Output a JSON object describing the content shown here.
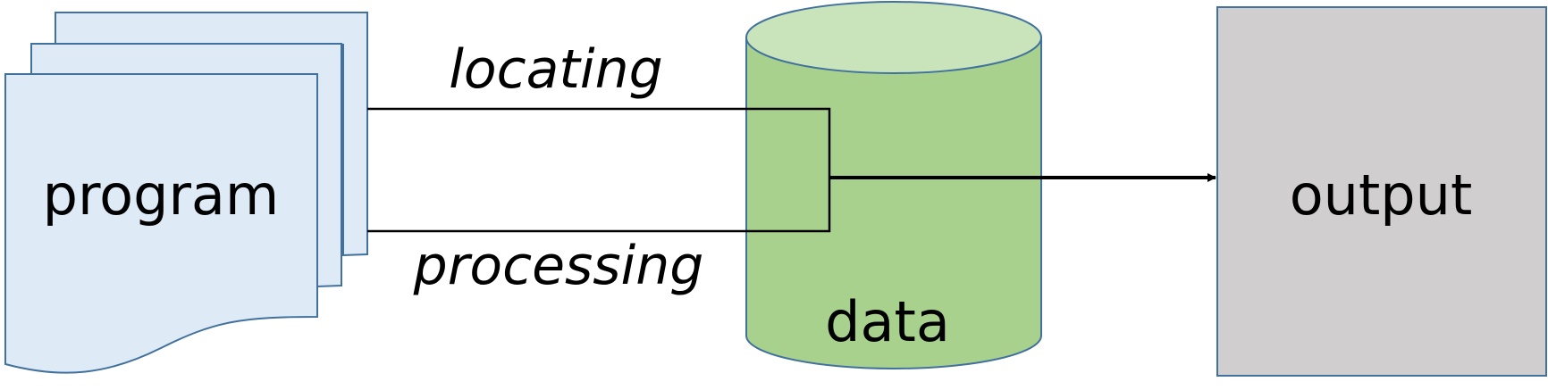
{
  "nodes": {
    "program": {
      "label": "program"
    },
    "data": {
      "label": "data"
    },
    "output": {
      "label": "output"
    }
  },
  "edges": {
    "locating": {
      "label": "locating"
    },
    "processing": {
      "label": "processing"
    }
  },
  "colors": {
    "document_fill": "#deeaf6",
    "document_stroke": "#41719c",
    "cylinder_fill": "#a9d18e",
    "cylinder_top_fill": "#c9e3bb",
    "output_fill": "#d0cece"
  }
}
